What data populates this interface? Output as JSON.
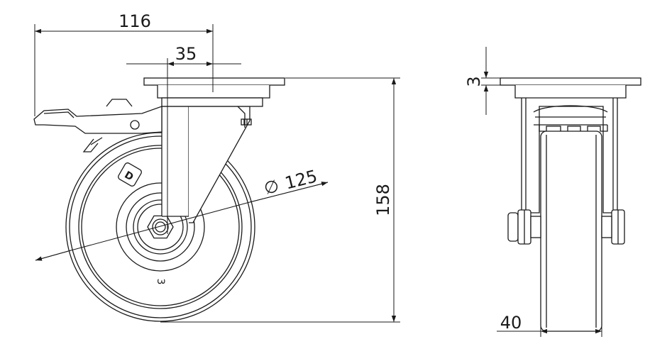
{
  "dimensions": {
    "overall_width": "116",
    "offset": "35",
    "wheel_diameter": "125",
    "diameter_symbol": "∅",
    "total_height": "158",
    "plate_thickness": "3",
    "wheel_width": "40"
  },
  "marks": {
    "brand_letter": "D",
    "hub_mark": "3"
  },
  "colors": {
    "line": "#1a1a1a",
    "background": "#ffffff"
  }
}
